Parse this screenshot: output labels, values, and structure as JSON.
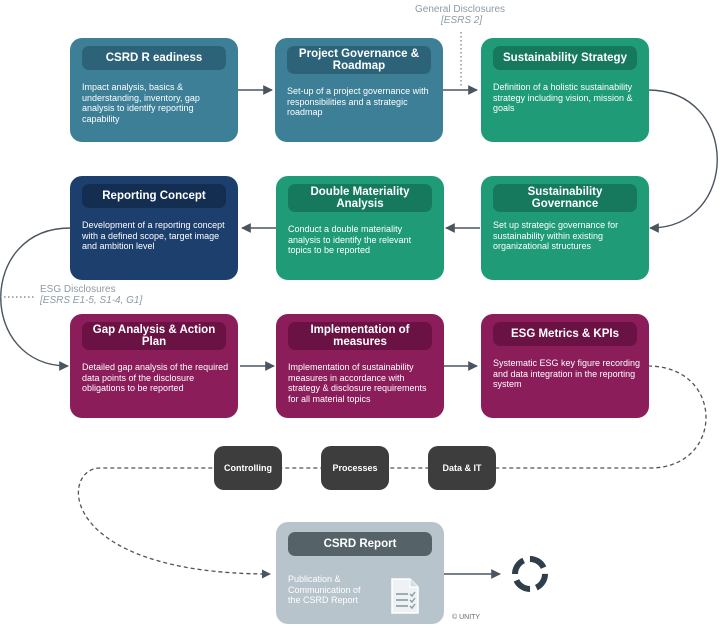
{
  "steps": [
    {
      "title": "CSRD R eadiness",
      "text": "Impact analysis, basics & understanding, inventory, gap analysis to identify reporting capability"
    },
    {
      "title": "Project Governance & Roadmap",
      "text": "Set-up of a project governance with responsibilities and a strategic roadmap"
    },
    {
      "title": "Sustainability Strategy",
      "text": "Definition of a holistic sustainability strategy including vision, mission & goals"
    },
    {
      "title": "Sustainability Governance",
      "text": "Set up strategic governance for sustainability within existing organizational structures"
    },
    {
      "title": "Double Materiality Analysis",
      "text": "Conduct a double materiality analysis to identify the relevant topics to be reported"
    },
    {
      "title": "Reporting Concept",
      "text": "Development of a reporting concept with a defined scope, target image and ambition level"
    },
    {
      "title": "Gap Analysis & Action Plan",
      "text": "Detailed gap analysis of the required data points of the disclosure obligations to be reported"
    },
    {
      "title": "Implementation of measures",
      "text": "Implementation of sustainability measures in accordance with strategy & disclosure requirements for all material topics"
    },
    {
      "title": "ESG Metrics & KPIs",
      "text": "Systematic ESG key figure recording and data integration in the reporting system"
    }
  ],
  "report": {
    "title": "CSRD Report",
    "text": "Publication & Communication of the CSRD Report"
  },
  "enablers": [
    "Controlling",
    "Processes",
    "Data & IT"
  ],
  "notes": {
    "general": {
      "label": "General Disclosures",
      "ref": "[ESRS 2]"
    },
    "esg": {
      "label": "ESG Disclosures",
      "ref": "[ESRS E1-5, S1-4, G1]"
    }
  },
  "copyright": "© UNITY"
}
